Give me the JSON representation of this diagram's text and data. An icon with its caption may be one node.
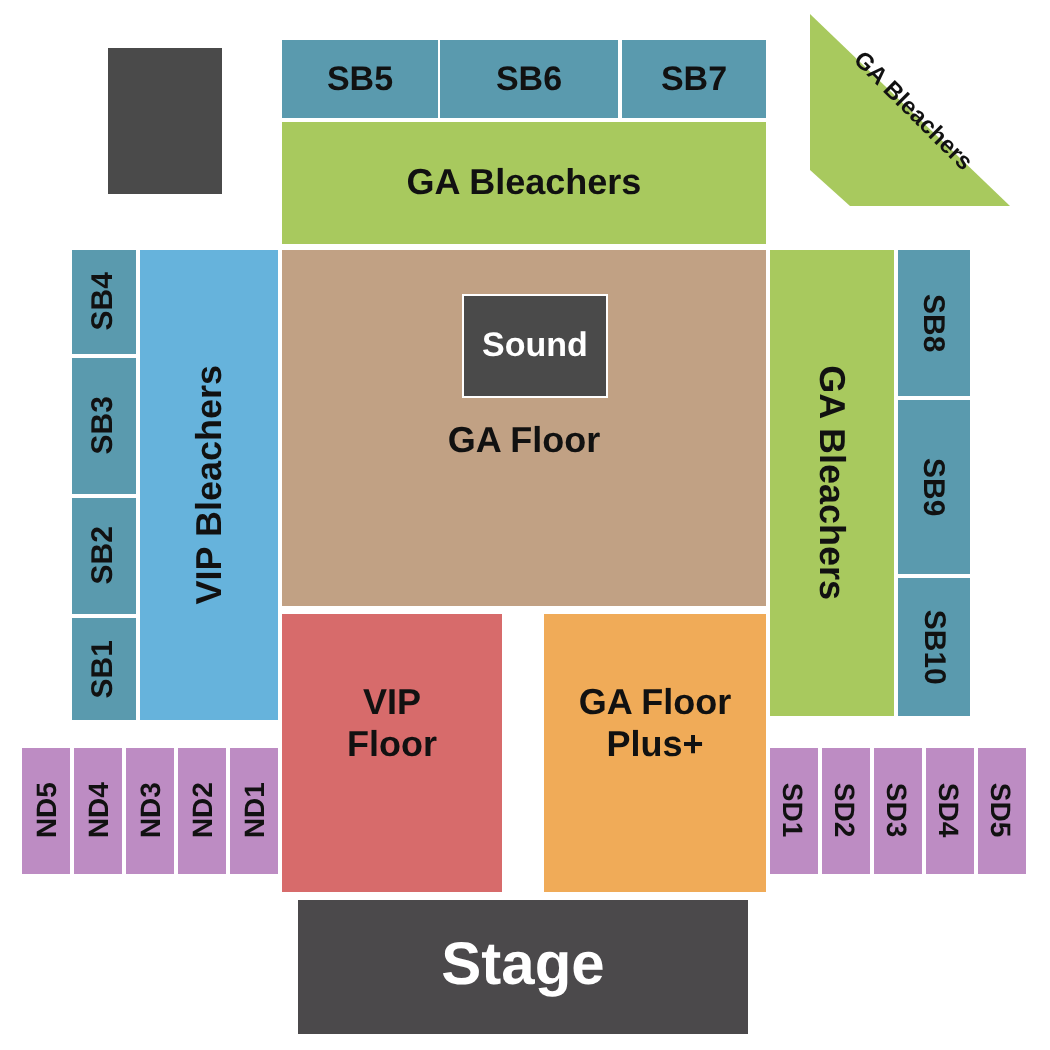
{
  "diagram": {
    "nodes": [
      {
        "text": [],
        "shape": "box"
      },
      {
        "text": [
          "SB5"
        ]
      },
      {
        "text": [
          "SB6"
        ]
      },
      {
        "text": [
          "SB7"
        ]
      },
      {
        "text": [
          "GA Bleachers"
        ]
      },
      {
        "text": [
          "GA Bleachers"
        ]
      },
      {
        "text": [
          "SB4"
        ]
      },
      {
        "text": [
          "SB3"
        ]
      },
      {
        "text": [
          "SB2"
        ]
      },
      {
        "text": [
          "SB1"
        ]
      },
      {
        "text": [
          "VIP Bleachers"
        ]
      },
      {
        "text": [
          "GA Floor"
        ]
      },
      {
        "text": [
          "Sound"
        ],
        "in": 11
      },
      {
        "text": [
          "GA Bleachers"
        ]
      },
      {
        "text": [
          "SB8"
        ]
      },
      {
        "text": [
          "SB9"
        ]
      },
      {
        "text": [
          "SB10"
        ]
      },
      {
        "text": [
          "ND5"
        ]
      },
      {
        "text": [
          "ND4"
        ]
      },
      {
        "text": [
          "ND3"
        ]
      },
      {
        "text": [
          "ND2"
        ]
      },
      {
        "text": [
          "ND1"
        ]
      },
      {
        "text": [
          "VIP Floor"
        ]
      },
      {
        "text": [
          "GA Floor Plus+"
        ]
      },
      {
        "text": [
          "SD1"
        ]
      },
      {
        "text": [
          "SD2"
        ]
      },
      {
        "text": [
          "SD3"
        ]
      },
      {
        "text": [
          "SD4"
        ]
      },
      {
        "text": [
          "SD5"
        ]
      },
      {
        "text": [
          "Stage"
        ]
      }
    ]
  }
}
